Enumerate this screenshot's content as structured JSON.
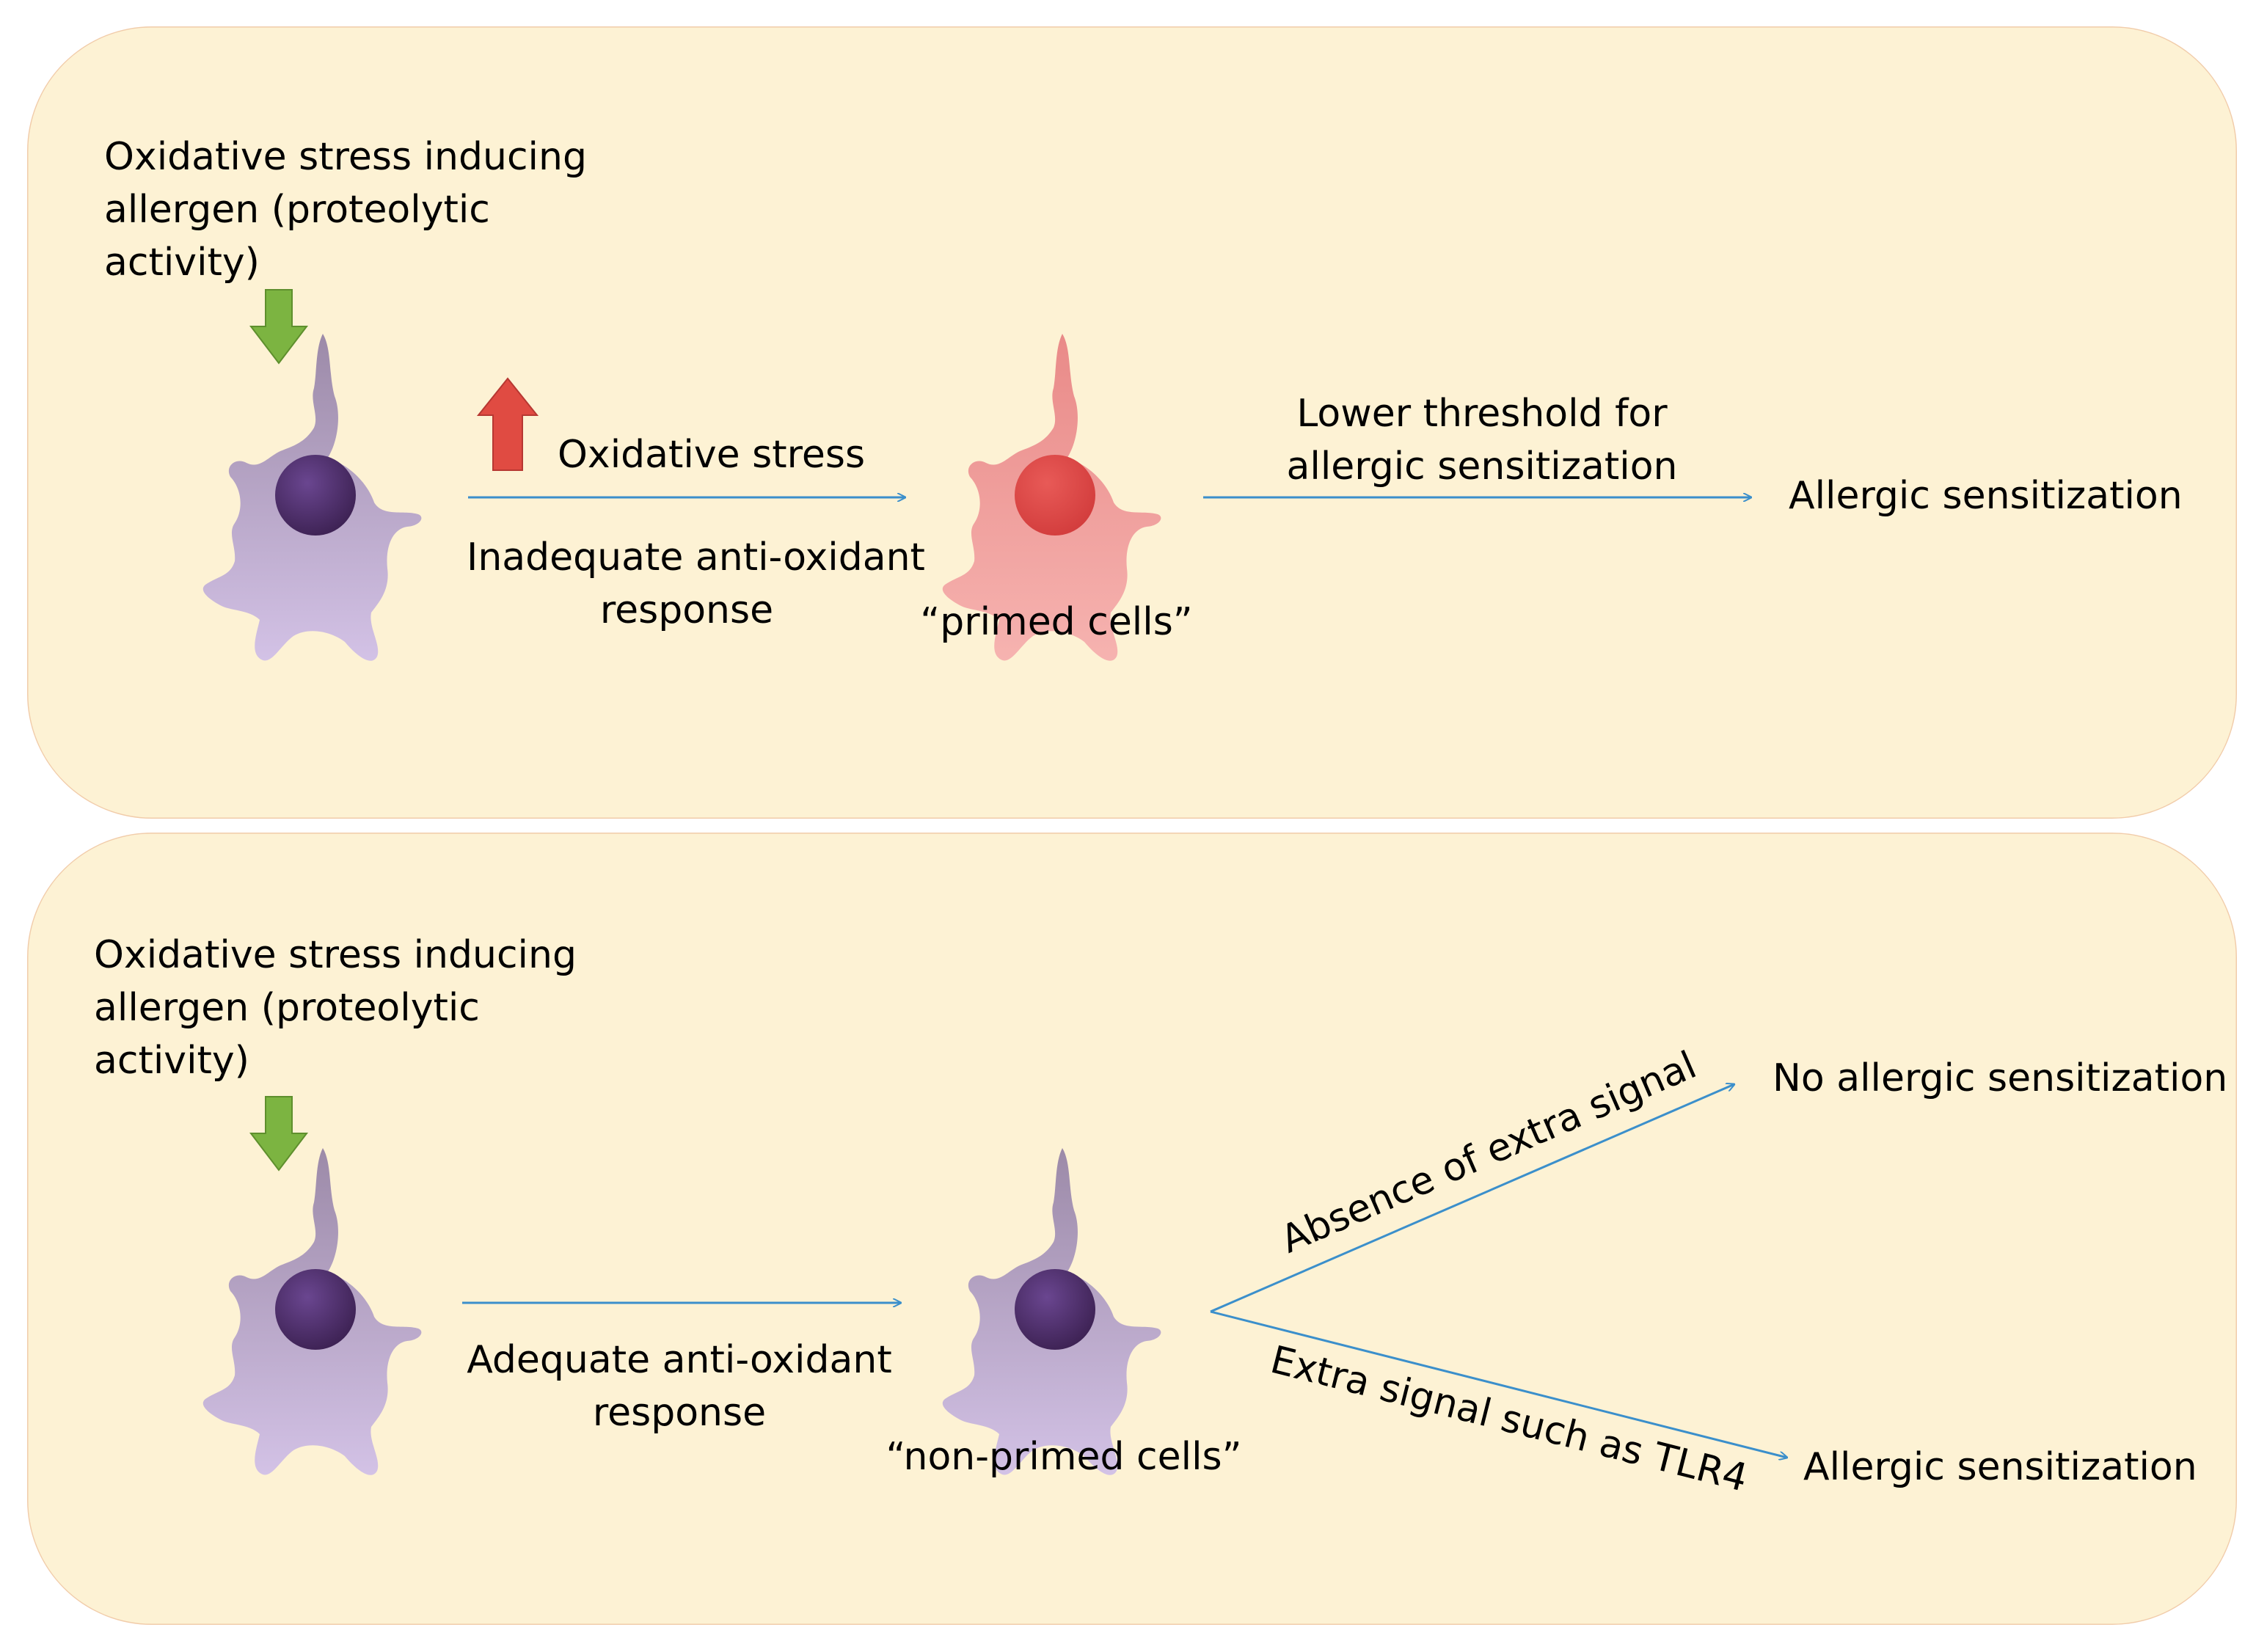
{
  "colors": {
    "panel_fill": "#fdf2d4",
    "panel_border": "#f1ccaa",
    "arrow_line": "#3b8fcb",
    "allergen_arrow": "#7cb441",
    "stress_arrow": "#e04b42",
    "resting_cell_body": "#b3a0c9",
    "resting_cell_nucleus": "#4a2c63",
    "primed_cell_body": "#f09b98",
    "primed_cell_nucleus": "#dc4a4a"
  },
  "panel_top": {
    "allergen_text": [
      "Oxidative stress inducing",
      "allergen (proteolytic",
      "activity)"
    ],
    "stress_label": "Oxidative stress",
    "response_label": [
      "Inadequate anti-oxidant",
      "response"
    ],
    "cell_label": "“primed cells”",
    "threshold_label": [
      "Lower threshold for",
      "allergic sensitization"
    ],
    "outcome": "Allergic sensitization"
  },
  "panel_bottom": {
    "allergen_text": [
      "Oxidative stress inducing",
      "allergen (proteolytic",
      "activity)"
    ],
    "response_label": [
      "Adequate anti-oxidant",
      "response"
    ],
    "cell_label": "“non-primed cells”",
    "branch_upper_label": "Absence of extra signal",
    "branch_lower_label": "Extra signal such as TLR4",
    "outcome_upper": "No allergic sensitization",
    "outcome_lower": "Allergic sensitization"
  }
}
